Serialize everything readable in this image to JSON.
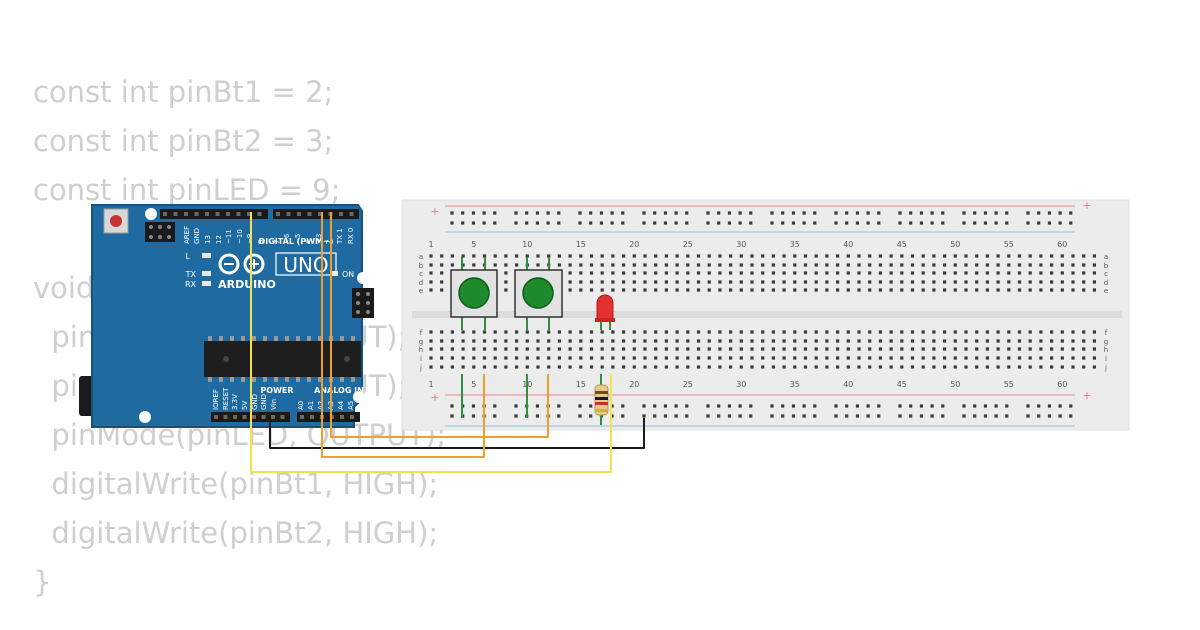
{
  "code_lines": [
    "const int pinBt1 = 2;",
    "const int pinBt2 = 3;",
    "const int pinLED = 9;",
    "",
    "void setup() {",
    "  pinMode(pinBt1, INPUT);",
    "  pinMode(pinBt2, INPUT);",
    "  pinMode(pinLED, OUTPUT);",
    "  digitalWrite(pinBt1, HIGH);",
    "  digitalWrite(pinBt2, HIGH);",
    "}"
  ],
  "arduino": {
    "model_label": "UNO",
    "brand_label": "ARDUINO",
    "digital_header_label": "DIGITAL (PWM~)",
    "power_label": "POWER",
    "analog_label": "ANALOG IN",
    "on_label": "ON",
    "l_label": "L",
    "tx_label": "TX",
    "rx_label": "RX",
    "top_pin_labels": [
      "AREF",
      "GND",
      "13",
      "12",
      "~11",
      "~10",
      "~9",
      "8",
      "7",
      "~6",
      "~5",
      "4",
      "~3",
      "2",
      "TX 1",
      "RX 0"
    ],
    "power_pin_labels": [
      "IOREF",
      "RESET",
      "3.3V",
      "5V",
      "GND",
      "GND",
      "Vin"
    ],
    "analog_pin_labels": [
      "A0",
      "A1",
      "A2",
      "A3",
      "A4",
      "A5"
    ]
  },
  "breadboard": {
    "column_numbers": [
      "1",
      "5",
      "10",
      "15",
      "20",
      "25",
      "30",
      "35",
      "40",
      "45",
      "50",
      "55",
      "60"
    ],
    "top_row_letters": [
      "a",
      "b",
      "c",
      "d",
      "e"
    ],
    "bottom_row_letters": [
      "f",
      "g",
      "h",
      "i",
      "j"
    ],
    "plus_symbol": "+"
  },
  "colors": {
    "board_blue": "#1e6aa1",
    "board_dark_blue": "#17527f",
    "breadboard": "#ececec",
    "button_green": "#1e8a2c",
    "led_red": "#e53030",
    "wire_yellow": "#f2e34a",
    "wire_orange": "#f0a02a",
    "wire_black": "#1a1a1a",
    "wire_green": "#2f8f3a",
    "code_text": "#cfcfcf",
    "rail_red": "#e58c8c",
    "rail_blue": "#8cc0e5"
  }
}
